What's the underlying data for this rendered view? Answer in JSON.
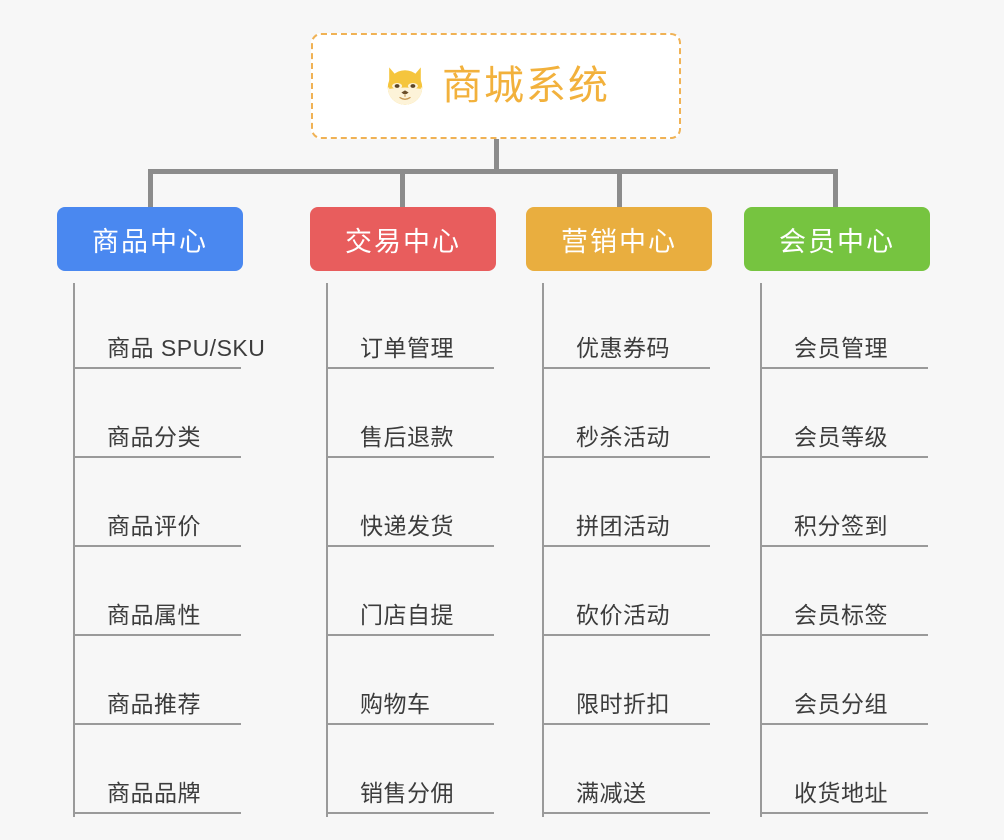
{
  "page": {
    "background": "#f7f7f7",
    "line_color": "#8c8c8c"
  },
  "root": {
    "title": "商城系统",
    "icon": "shiba-dog-face-icon",
    "text_color": "#f2b13c",
    "border_color": "#f0b255"
  },
  "branches": [
    {
      "label": "商品中心",
      "color": "#4a88f0",
      "items": [
        "商品 SPU/SKU",
        "商品分类",
        "商品评价",
        "商品属性",
        "商品推荐",
        "商品品牌"
      ]
    },
    {
      "label": "交易中心",
      "color": "#e85d5d",
      "items": [
        "订单管理",
        "售后退款",
        "快递发货",
        "门店自提",
        "购物车",
        "销售分佣"
      ]
    },
    {
      "label": "营销中心",
      "color": "#e9ae3f",
      "items": [
        "优惠券码",
        "秒杀活动",
        "拼团活动",
        "砍价活动",
        "限时折扣",
        "满减送"
      ]
    },
    {
      "label": "会员中心",
      "color": "#76c440",
      "items": [
        "会员管理",
        "会员等级",
        "积分签到",
        "会员标签",
        "会员分组",
        "收货地址"
      ]
    }
  ]
}
